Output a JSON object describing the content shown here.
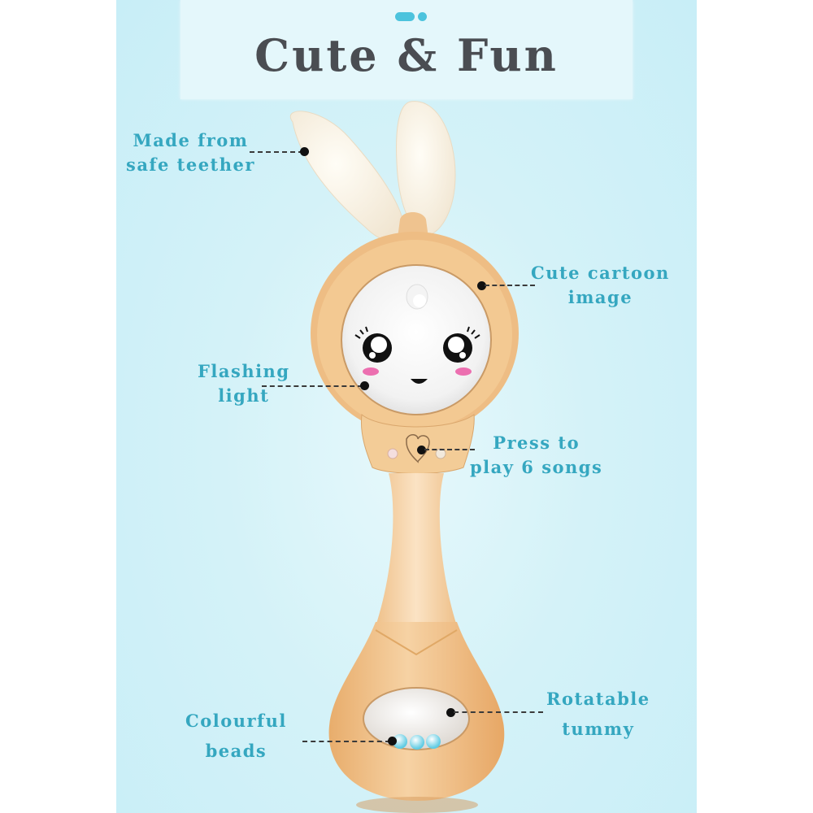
{
  "colors": {
    "accent": "#4cc3dd",
    "title": "#4a4d52",
    "label": "#35a7c0",
    "body_orange": "#f0c38c",
    "ears": "#f6efe0"
  },
  "header": {
    "title": "Cute & Fun",
    "decoration": "dots-icon"
  },
  "product": {
    "name": "bunny-rattle",
    "features": [
      {
        "id": "teether",
        "line1": "Made from",
        "line2": "safe teether"
      },
      {
        "id": "cartoon",
        "line1": "Cute cartoon",
        "line2": "image"
      },
      {
        "id": "light",
        "line1": "Flashing",
        "line2": "light"
      },
      {
        "id": "songs",
        "line1": "Press to",
        "line2": "play 6 songs"
      },
      {
        "id": "tummy",
        "line1": "Rotatable",
        "line2": "tummy"
      },
      {
        "id": "beads",
        "line1": "Colourful",
        "line2": "beads"
      }
    ]
  }
}
